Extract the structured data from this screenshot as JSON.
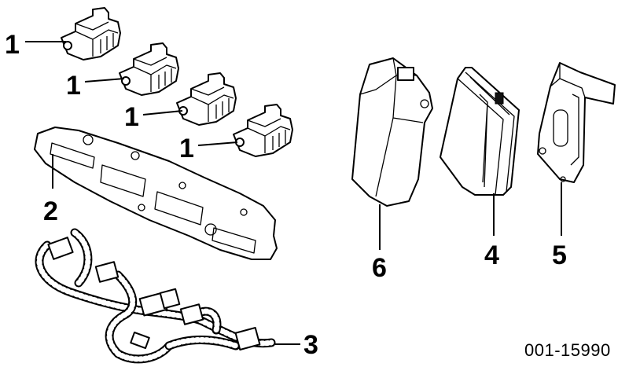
{
  "callouts": {
    "coil_a": "1",
    "coil_b": "1",
    "coil_c": "1",
    "coil_d": "1",
    "gasket": "2",
    "harness": "3",
    "module_4": "4",
    "bracket_5": "5",
    "module_6": "6"
  },
  "document_id": "001-15990"
}
